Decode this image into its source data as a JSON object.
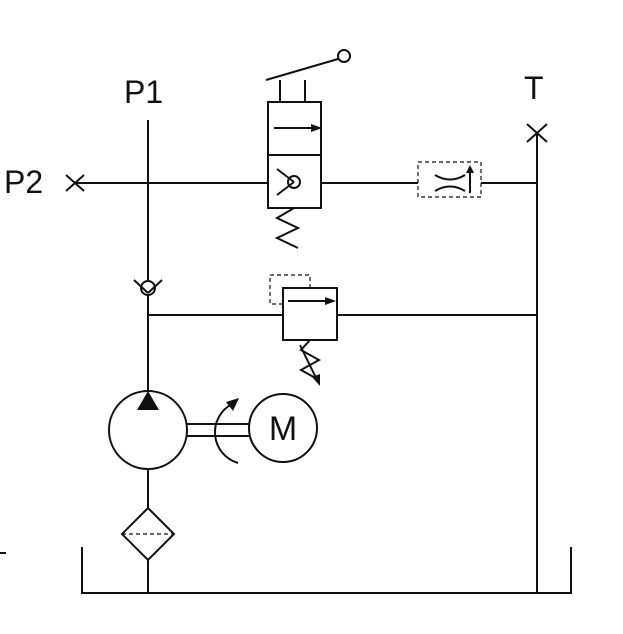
{
  "labels": {
    "p1": "P1",
    "p2": "P2",
    "t": "T",
    "motor": "M"
  },
  "colors": {
    "line": "#111111",
    "background": "#ffffff"
  }
}
